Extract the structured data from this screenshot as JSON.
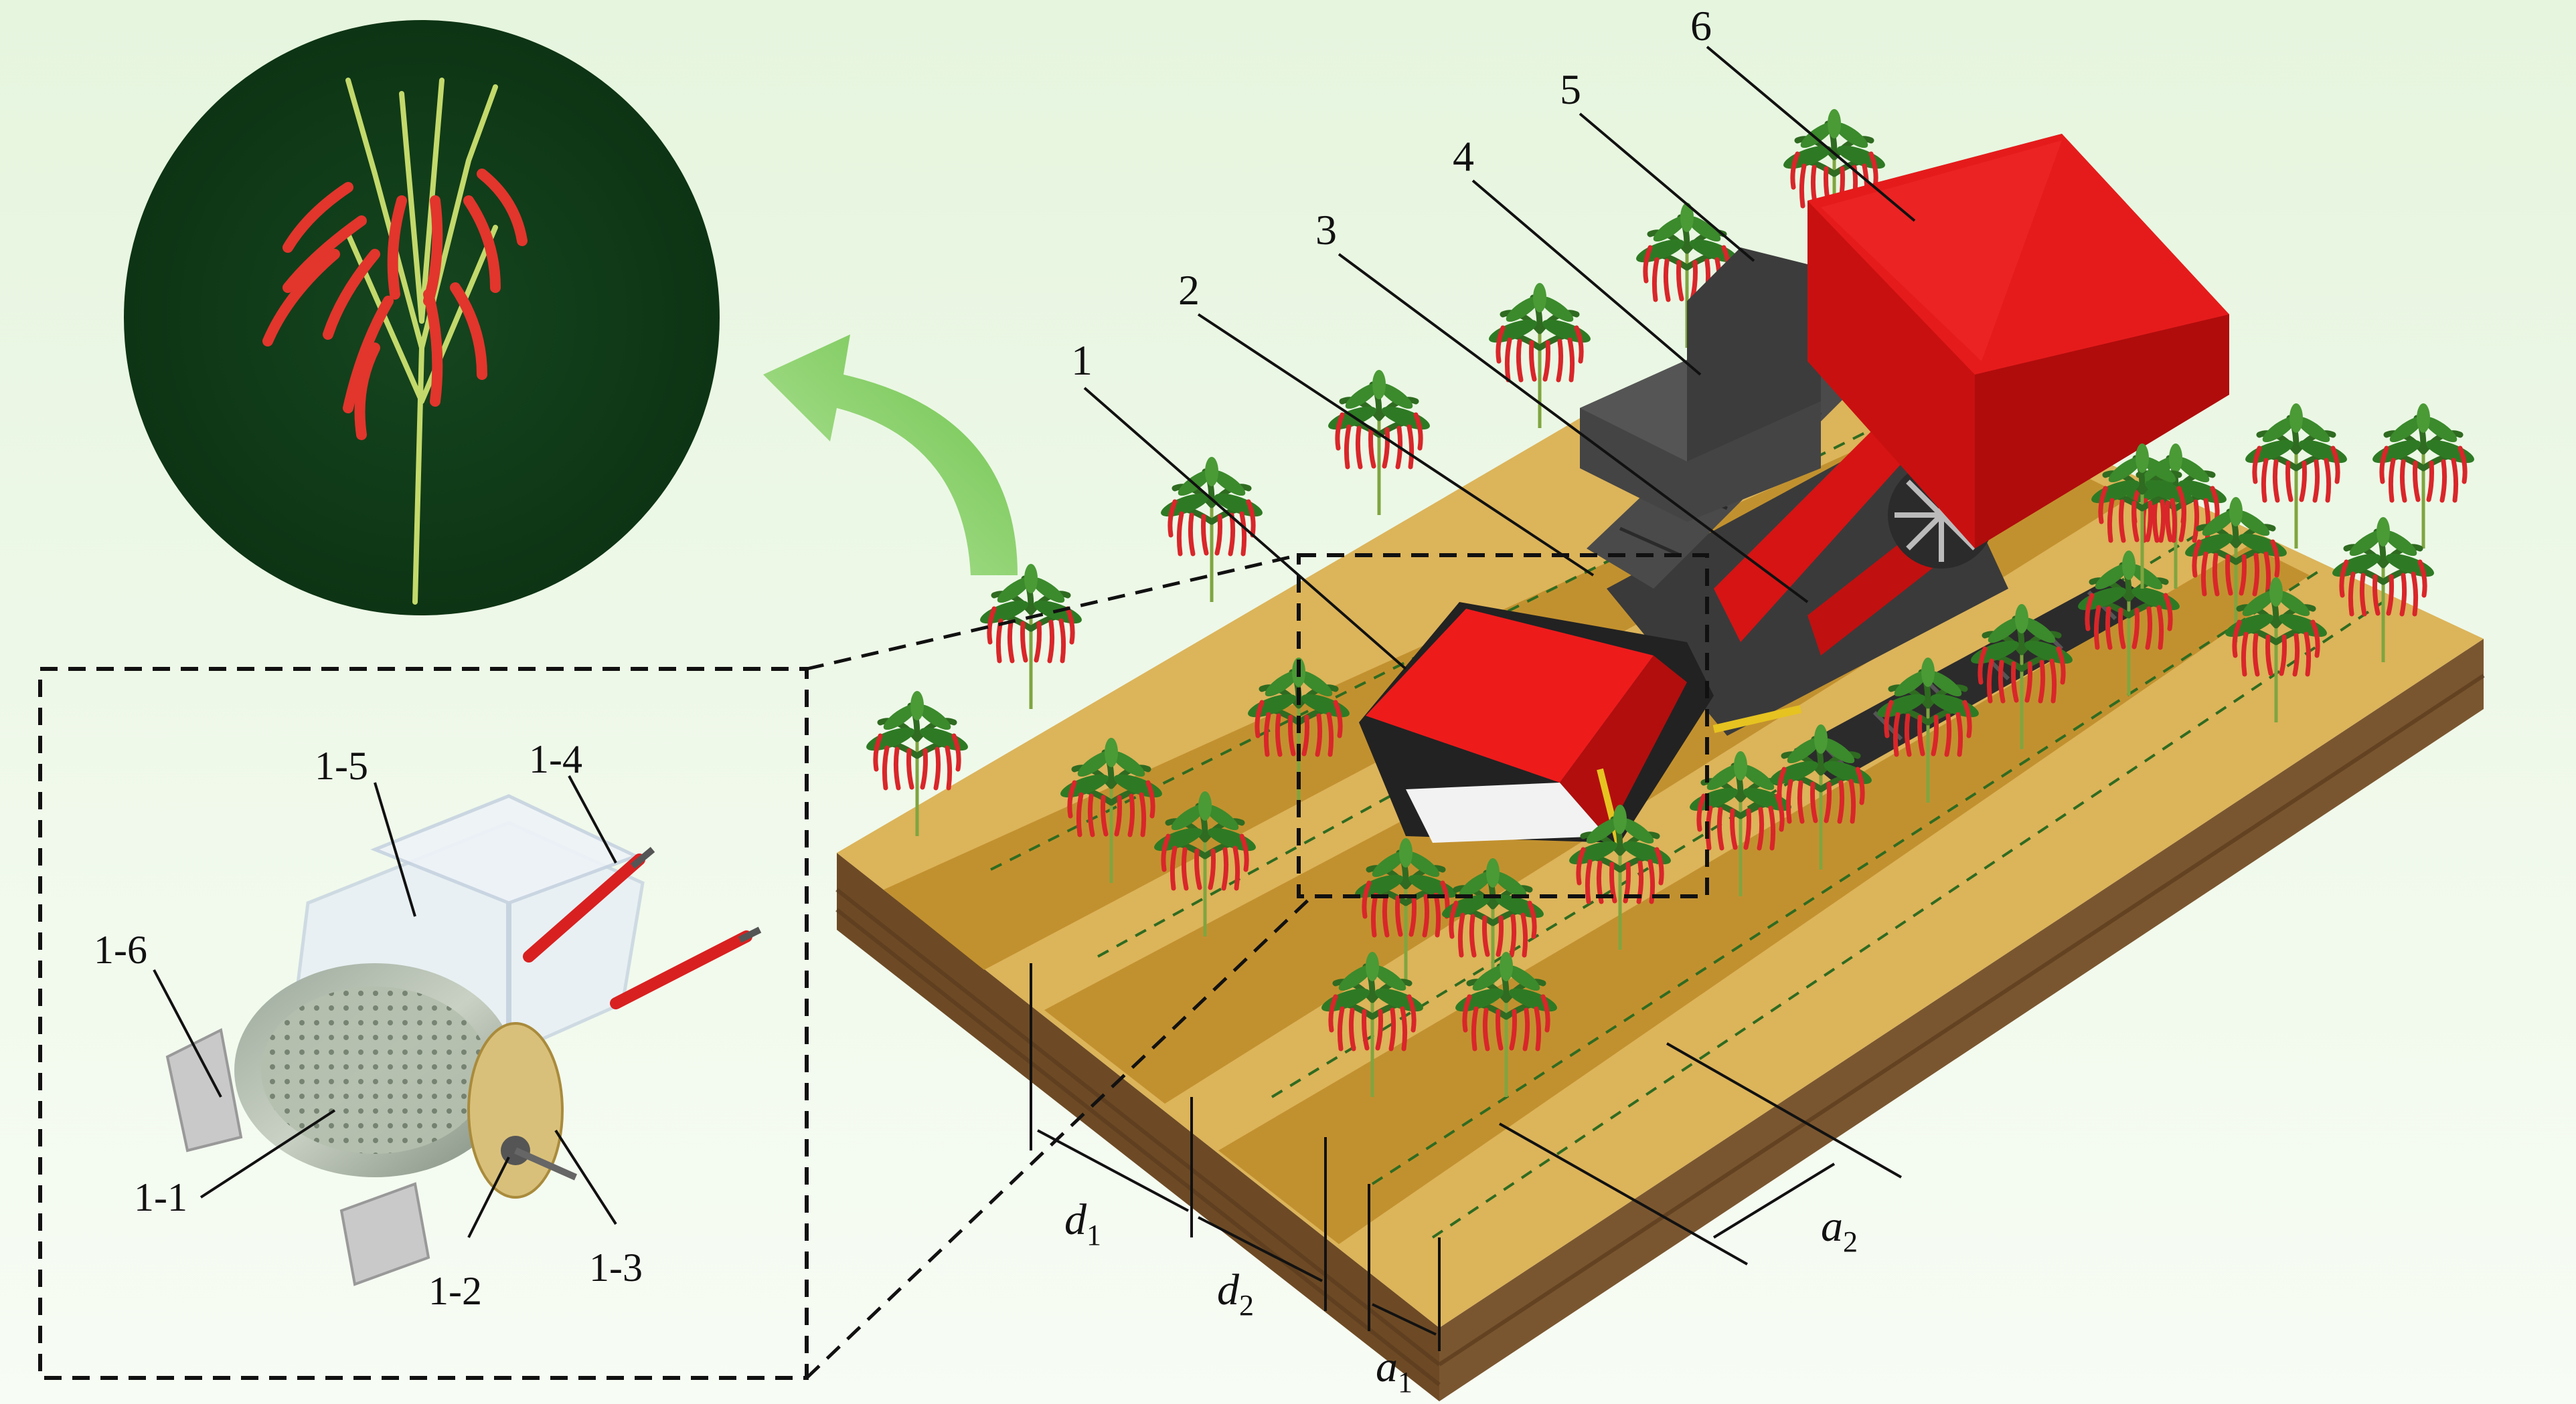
{
  "colors": {
    "background": "#eef8ea",
    "soil_top": "#d7ac52",
    "soil_side": "#6b4a24",
    "machine_red": "#e01010",
    "machine_dark": "#3a3a3a",
    "plant_green": "#2f6b21",
    "pepper_red": "#d9262a",
    "arrow_green": "#7cc95c",
    "inset_circle": "#0f3d18"
  },
  "labels": {
    "machine_parts": [
      "1",
      "2",
      "3",
      "4",
      "5",
      "6"
    ],
    "header_parts": [
      "1-1",
      "1-2",
      "1-3",
      "1-4",
      "1-5",
      "1-6"
    ],
    "dim_d1": "d",
    "dim_d1_sub": "1",
    "dim_d2": "d",
    "dim_d2_sub": "2",
    "dim_a1": "a",
    "dim_a1_sub": "1",
    "dim_a2": "a",
    "dim_a2_sub": "2"
  },
  "icons": {
    "harvest_arrow": "curved-arrow-icon",
    "pepper_plant": "pepper-plant-icon"
  }
}
